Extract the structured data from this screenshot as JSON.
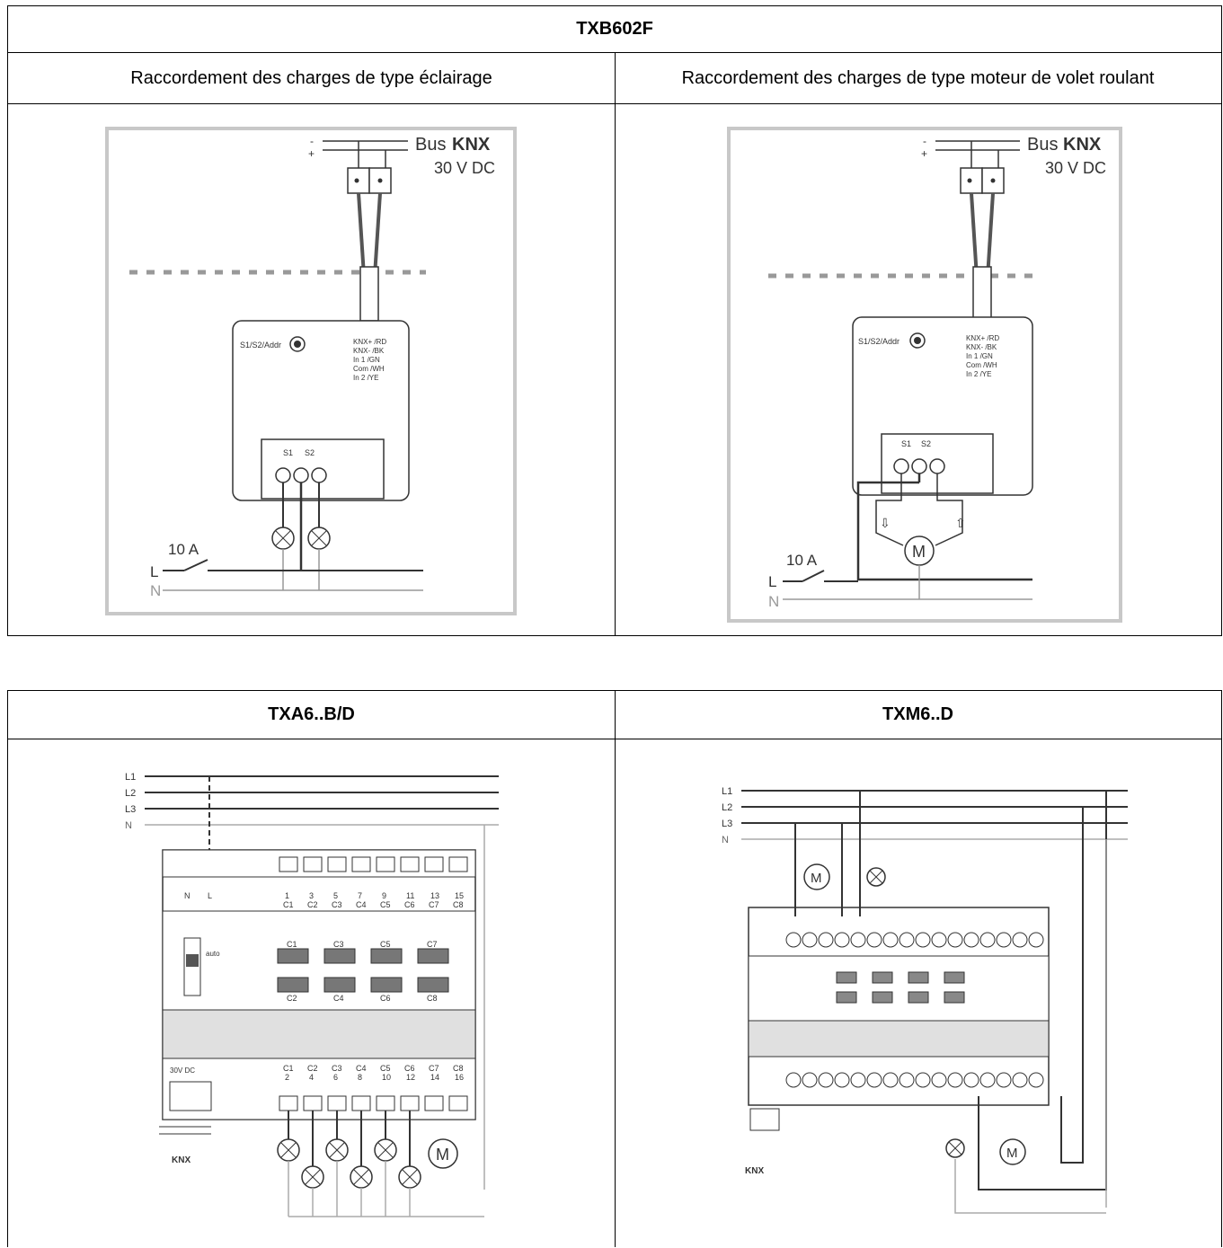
{
  "top_table": {
    "title": "TXB602F",
    "left_header": "Raccordement des charges de type éclairage",
    "right_header": "Raccordement des charges de type moteur de volet roulant"
  },
  "bottom_table": {
    "left_header": "TXA6..B/D",
    "right_header": "TXM6..D"
  },
  "diagram_txb": {
    "bus_label": "Bus",
    "bus_brand": "KNX",
    "voltage": "30 V DC",
    "button_label": "S1/S2/Addr",
    "wire_labels": [
      "KNX+ /RD",
      "KNX- /BK",
      "In 1 /GN",
      "Com /WH",
      "In 2 /YE"
    ],
    "switch_labels": [
      "S1",
      "S2"
    ],
    "breaker": "10 A",
    "line_L": "L",
    "line_N": "N",
    "motor": "M"
  },
  "diagram_txa": {
    "lines": [
      "L1",
      "L2",
      "L3",
      "N"
    ],
    "top_terminals": [
      "N",
      "L"
    ],
    "top_numbers": [
      "1",
      "3",
      "5",
      "7",
      "9",
      "11",
      "13",
      "15"
    ],
    "channels": [
      "C1",
      "C2",
      "C3",
      "C4",
      "C5",
      "C6",
      "C7",
      "C8"
    ],
    "bottom_numbers": [
      "2",
      "4",
      "6",
      "8",
      "10",
      "12",
      "14",
      "16"
    ],
    "auto_label": "auto",
    "knx_supply": "30V DC",
    "knx_label": "KNX",
    "motor": "M"
  },
  "diagram_txm": {
    "lines": [
      "L1",
      "L2",
      "L3",
      "N"
    ],
    "knx_label": "KNX",
    "motor": "M"
  }
}
